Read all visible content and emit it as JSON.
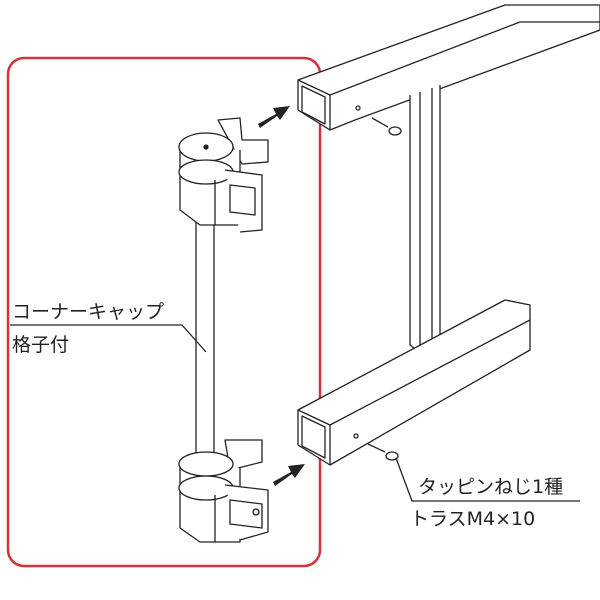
{
  "labels": {
    "corner_cap_line1": "コーナーキャップ",
    "corner_cap_line2": "格子付",
    "screw_line1": "タッピンねじ1種",
    "screw_line2": "トラスM4×10"
  },
  "colors": {
    "highlight_frame": "#d2343a",
    "line": "#222222"
  }
}
